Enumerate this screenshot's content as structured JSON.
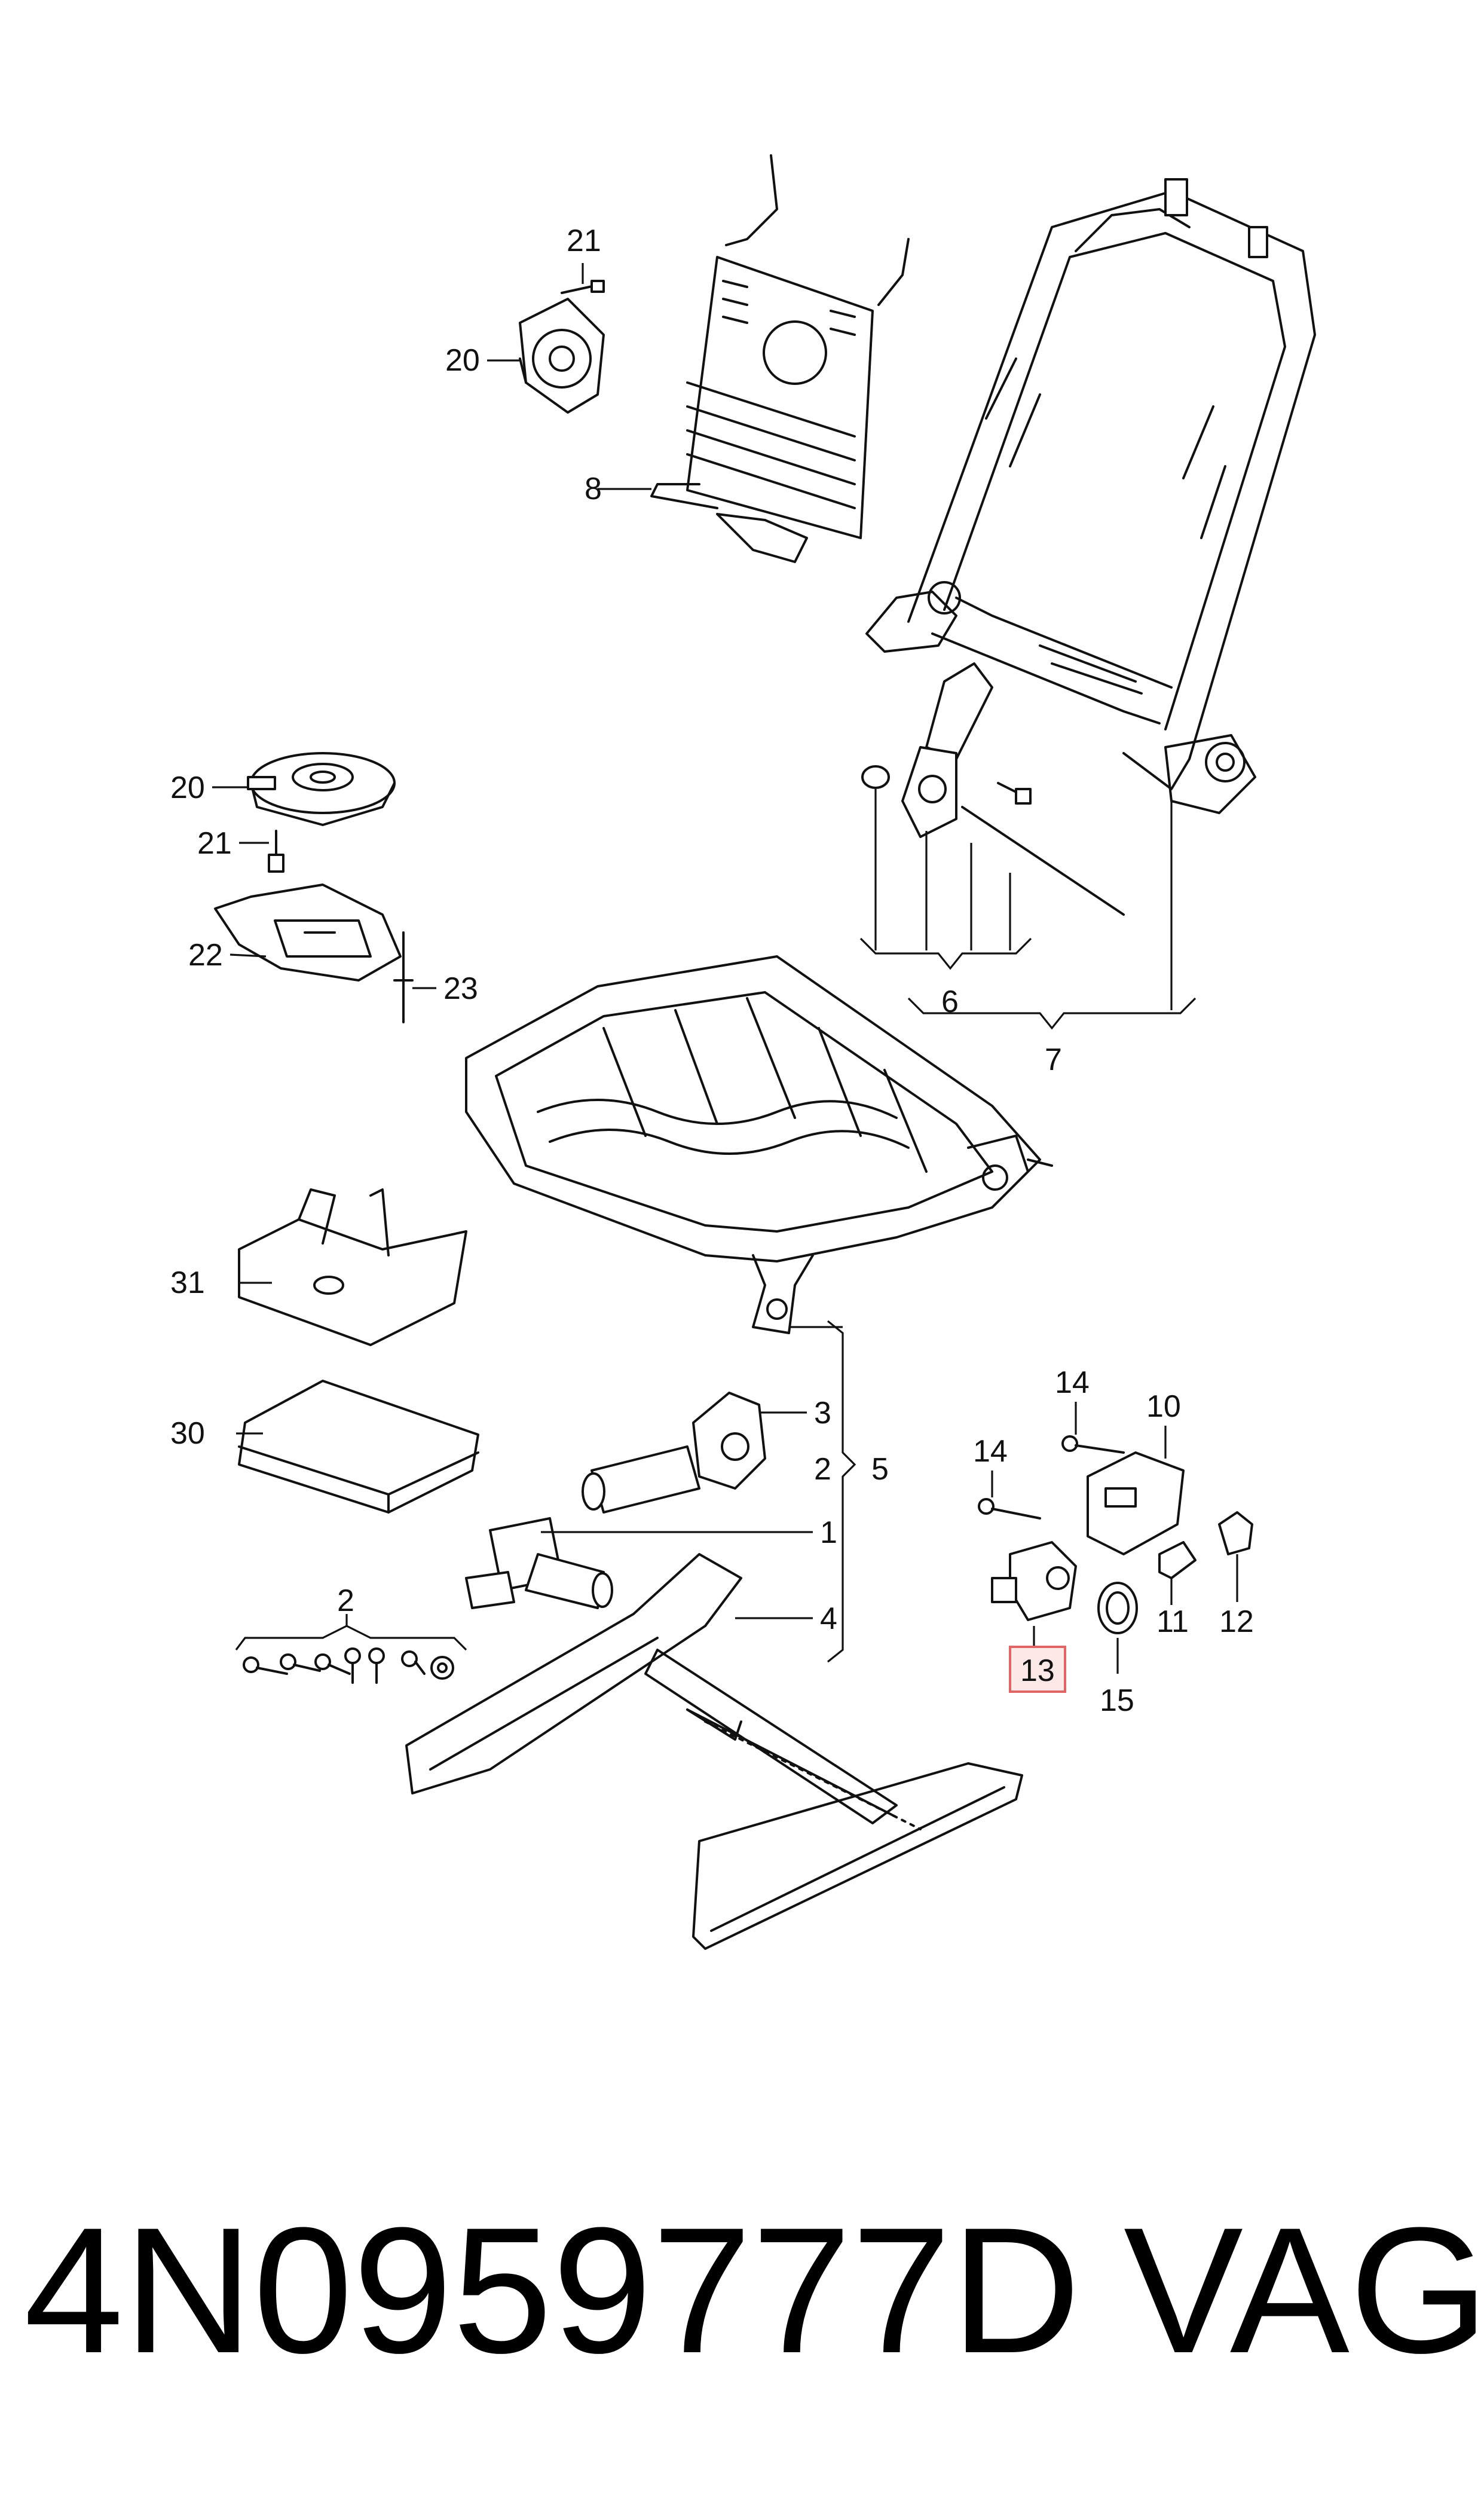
{
  "callouts": {
    "c21a": "21",
    "c20a": "20",
    "c8": "8",
    "c20b": "20",
    "c21b": "21",
    "c22": "22",
    "c23": "23",
    "c6": "6",
    "c7": "7",
    "c31": "31",
    "c30": "30",
    "c3": "3",
    "c2a": "2",
    "c5": "5",
    "c1": "1",
    "c4": "4",
    "c2b": "2",
    "c14a": "14",
    "c14b": "14",
    "c10": "10",
    "c11": "11",
    "c12": "12",
    "c13": "13",
    "c15": "15"
  },
  "highlighted_callout": "13",
  "footer": {
    "part_number": "4N0959777D",
    "brand": "VAG"
  }
}
